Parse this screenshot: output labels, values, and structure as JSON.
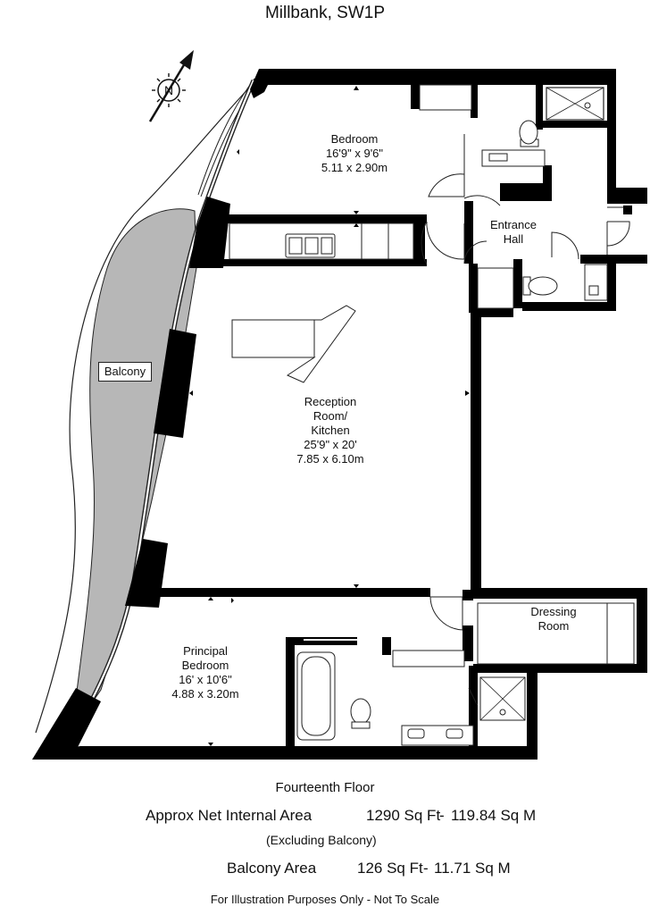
{
  "title": "Millbank, SW1P",
  "compass": {
    "letter": "N"
  },
  "rooms": {
    "bedroom": {
      "name": "Bedroom",
      "imperial": "16'9\" x 9'6\"",
      "metric": "5.11 x 2.90m"
    },
    "entrance": {
      "line1": "Entrance",
      "line2": "Hall"
    },
    "reception": {
      "line1": "Reception",
      "line2": "Room/",
      "line3": "Kitchen",
      "imperial": "25'9\" x 20'",
      "metric": "7.85 x 6.10m"
    },
    "balcony": {
      "name": "Balcony"
    },
    "dressing": {
      "line1": "Dressing",
      "line2": "Room"
    },
    "principal": {
      "line1": "Principal",
      "line2": "Bedroom",
      "imperial": "16' x 10'6\"",
      "metric": "4.88 x 3.20m"
    }
  },
  "footer": {
    "floor": "Fourteenth Floor",
    "net_label": "Approx Net Internal Area",
    "net_sqft": "1290 Sq Ft",
    "net_sep": "-",
    "net_sqm": "119.84 Sq M",
    "excluding": "(Excluding Balcony)",
    "balcony_label": "Balcony Area",
    "balcony_sqft": "126 Sq Ft",
    "balcony_sep": "-",
    "balcony_sqm": "11.71 Sq M",
    "disclaimer": "For Illustration Purposes Only - Not To Scale"
  },
  "colors": {
    "wall": "#000000",
    "balcony_fill": "#b7b7b7",
    "line": "#222222"
  }
}
